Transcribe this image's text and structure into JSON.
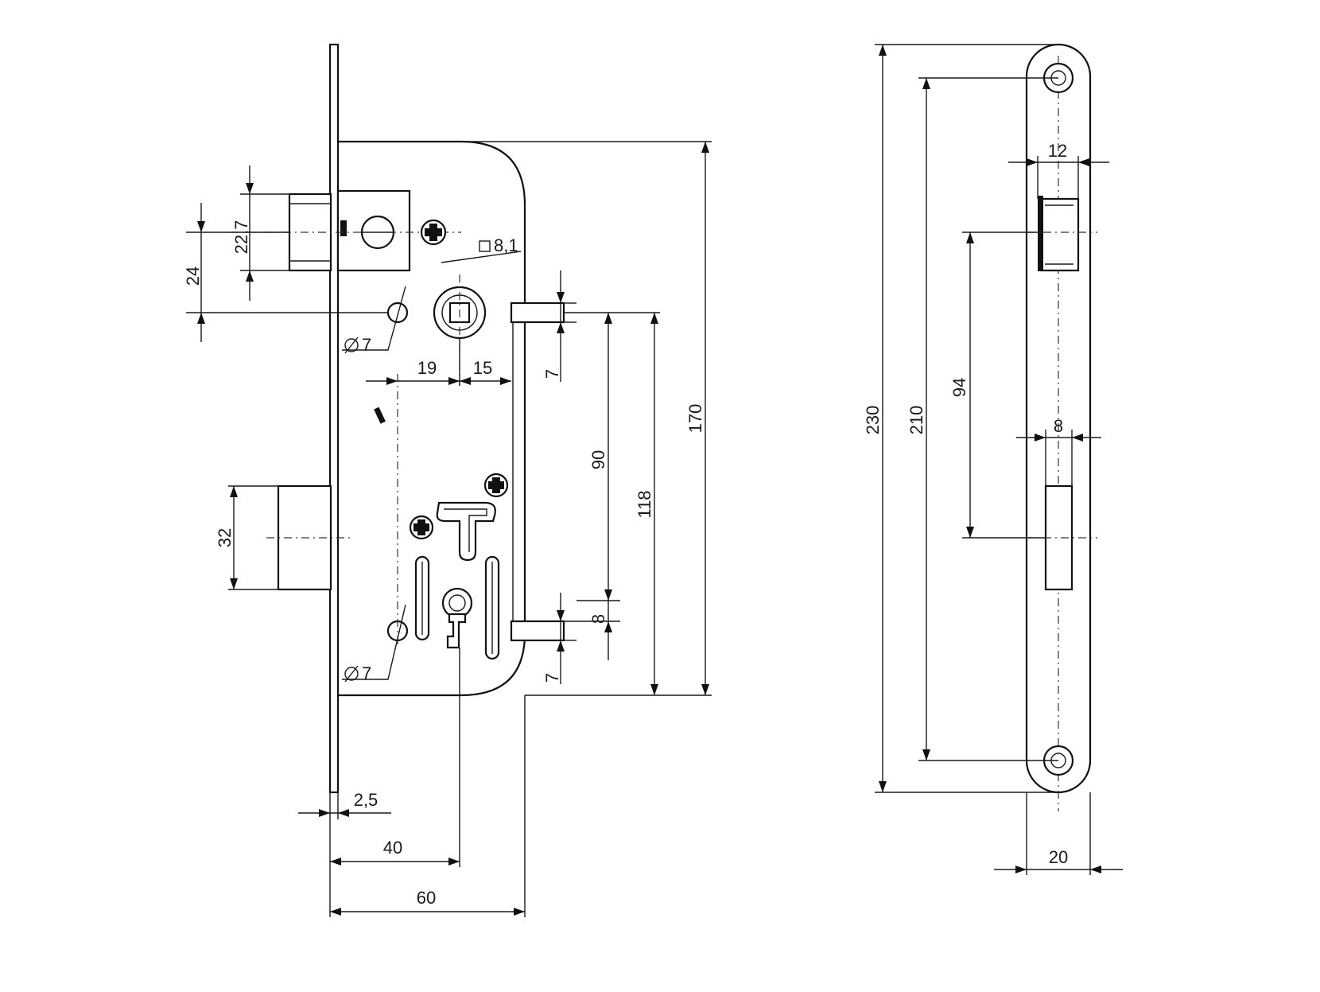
{
  "front_view": {
    "labels": {
      "d24": "24",
      "d22_7": "22,7",
      "d8_1": "8,1",
      "phi7_top": "7",
      "phi7_bottom": "7",
      "d19": "19",
      "d15": "15",
      "d7_top": "7",
      "d90": "90",
      "d118": "118",
      "d170": "170",
      "d32": "32",
      "d8": "8",
      "d7_bottom": "7",
      "d2_5": "2,5",
      "d40": "40",
      "d60": "60"
    }
  },
  "faceplate_view": {
    "labels": {
      "d230": "230",
      "d210": "210",
      "d94": "94",
      "d12": "12",
      "d8": "8",
      "d20": "20"
    }
  }
}
